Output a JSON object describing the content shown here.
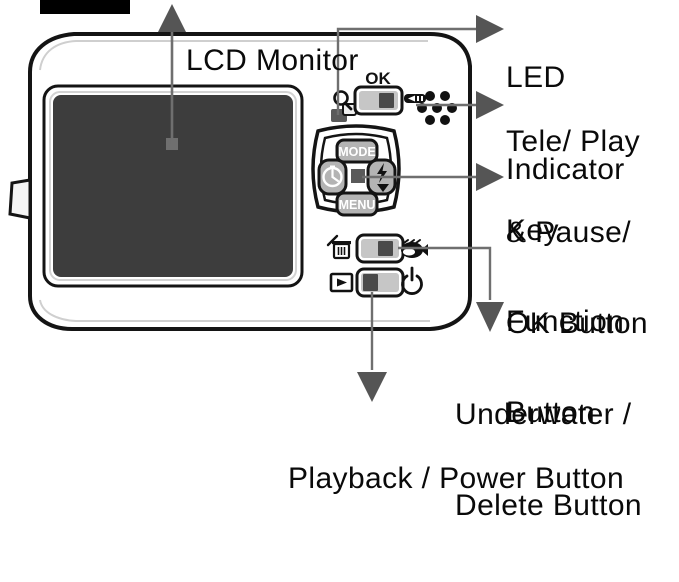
{
  "figure": {
    "type": "camera-rear-diagram",
    "subject": "digital camera rear view with labeled controls",
    "background": "#ffffff",
    "line_color": "#1a1a1a",
    "arrow_color": "#555555",
    "screen_color": "#3d3d3d",
    "button_color": "#bdbdbd"
  },
  "callouts": {
    "lcd_monitor": {
      "label_line1": "LCD Monitor",
      "arrow": "up-arrow"
    },
    "led_indicator": {
      "label_line1": "LED",
      "label_line2": "Indicator",
      "arrow": "right-arrow"
    },
    "tele_play_ok": {
      "label_line1": "Tele/ Play",
      "label_line2": "& Pause/",
      "label_line3": "OK Button",
      "arrow": "right-arrow"
    },
    "key_function": {
      "label_line1": "Key",
      "label_line2": "Function",
      "label_line3": "Button",
      "arrow": "right-arrow"
    },
    "underwater_delete": {
      "label_line1": "Underwater /",
      "label_line2": "Delete Button",
      "arrow": "down-arrow"
    },
    "playback_power": {
      "label_line1": "Playback / Power Button",
      "arrow": "down-arrow"
    }
  },
  "camera": {
    "lcd_screen": "lcd-screen",
    "strap_lug": "strap-lug",
    "ok_button": {
      "label": "OK",
      "magnifier_icon": "magnifier-icon",
      "tele_mark": "tele-zoom-mark"
    },
    "speaker": "speaker-dots",
    "led": "led-indicator-lamp",
    "dpad": {
      "up_label": "MODE",
      "down_label": "MENU",
      "left_icon": "self-timer-icon",
      "right_icon": "flash-down-icon",
      "center": "center-square"
    },
    "underwater_button": {
      "delete_icon": "trash-delete-icon",
      "underwater_icon": "underwater-fish-icon"
    },
    "power_button": {
      "playback_icon": "playback-triangle-icon",
      "power_icon": "power-icon"
    }
  }
}
